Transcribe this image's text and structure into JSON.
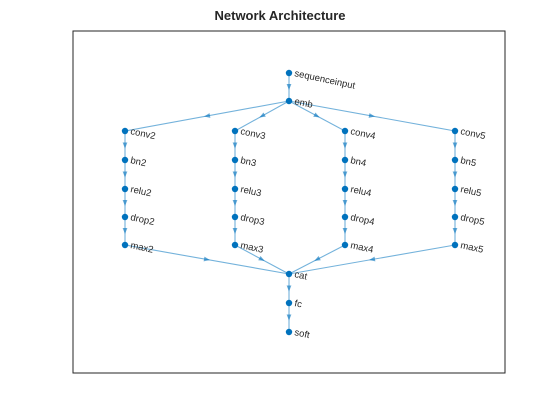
{
  "title": "Network Architecture",
  "style": {
    "node_color": "#0072bd",
    "edge_color": "#0072bd",
    "text_color": "#262626",
    "axes_color": "#262626"
  },
  "nodes": [
    {
      "id": "sequenceinput",
      "label": "sequenceinput"
    },
    {
      "id": "emb",
      "label": "emb"
    },
    {
      "id": "conv2",
      "label": "conv2"
    },
    {
      "id": "conv3",
      "label": "conv3"
    },
    {
      "id": "conv4",
      "label": "conv4"
    },
    {
      "id": "conv5",
      "label": "conv5"
    },
    {
      "id": "bn2",
      "label": "bn2"
    },
    {
      "id": "bn3",
      "label": "bn3"
    },
    {
      "id": "bn4",
      "label": "bn4"
    },
    {
      "id": "bn5",
      "label": "bn5"
    },
    {
      "id": "relu2",
      "label": "relu2"
    },
    {
      "id": "relu3",
      "label": "relu3"
    },
    {
      "id": "relu4",
      "label": "relu4"
    },
    {
      "id": "relu5",
      "label": "relu5"
    },
    {
      "id": "drop2",
      "label": "drop2"
    },
    {
      "id": "drop3",
      "label": "drop3"
    },
    {
      "id": "drop4",
      "label": "drop4"
    },
    {
      "id": "drop5",
      "label": "drop5"
    },
    {
      "id": "max2",
      "label": "max2"
    },
    {
      "id": "max3",
      "label": "max3"
    },
    {
      "id": "max4",
      "label": "max4"
    },
    {
      "id": "max5",
      "label": "max5"
    },
    {
      "id": "cat",
      "label": "cat"
    },
    {
      "id": "fc",
      "label": "fc"
    },
    {
      "id": "soft",
      "label": "soft"
    }
  ],
  "edges": [
    [
      "sequenceinput",
      "emb"
    ],
    [
      "emb",
      "conv2"
    ],
    [
      "emb",
      "conv3"
    ],
    [
      "emb",
      "conv4"
    ],
    [
      "emb",
      "conv5"
    ],
    [
      "conv2",
      "bn2"
    ],
    [
      "conv3",
      "bn3"
    ],
    [
      "conv4",
      "bn4"
    ],
    [
      "conv5",
      "bn5"
    ],
    [
      "bn2",
      "relu2"
    ],
    [
      "bn3",
      "relu3"
    ],
    [
      "bn4",
      "relu4"
    ],
    [
      "bn5",
      "relu5"
    ],
    [
      "relu2",
      "drop2"
    ],
    [
      "relu3",
      "drop3"
    ],
    [
      "relu4",
      "drop4"
    ],
    [
      "relu5",
      "drop5"
    ],
    [
      "drop2",
      "max2"
    ],
    [
      "drop3",
      "max3"
    ],
    [
      "drop4",
      "max4"
    ],
    [
      "drop5",
      "max5"
    ],
    [
      "max2",
      "cat"
    ],
    [
      "max3",
      "cat"
    ],
    [
      "max4",
      "cat"
    ],
    [
      "max5",
      "cat"
    ],
    [
      "cat",
      "fc"
    ],
    [
      "fc",
      "soft"
    ]
  ]
}
